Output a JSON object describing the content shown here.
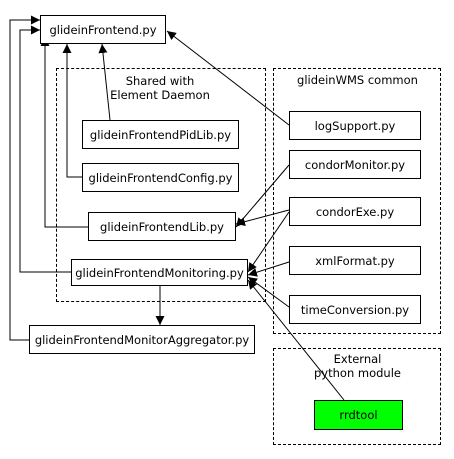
{
  "groups": {
    "shared": {
      "title_line1": "Shared with",
      "title_line2": "Element Daemon"
    },
    "common": {
      "title": "glideinWMS common"
    },
    "external": {
      "title_line1": "External",
      "title_line2": "python module"
    }
  },
  "nodes": {
    "frontend": "glideinFrontend.py",
    "pidlib": "glideinFrontendPidLib.py",
    "config": "glideinFrontendConfig.py",
    "lib": "glideinFrontendLib.py",
    "monitoring": "glideinFrontendMonitoring.py",
    "aggregator": "glideinFrontendMonitorAggregator.py",
    "logsupport": "logSupport.py",
    "condormonitor": "condorMonitor.py",
    "condorexe": "condorExe.py",
    "xmlformat": "xmlFormat.py",
    "timeconversion": "timeConversion.py",
    "rrdtool": "rrdtool"
  },
  "colors": {
    "external_module_fill": "#00ff00",
    "line": "#000000"
  }
}
